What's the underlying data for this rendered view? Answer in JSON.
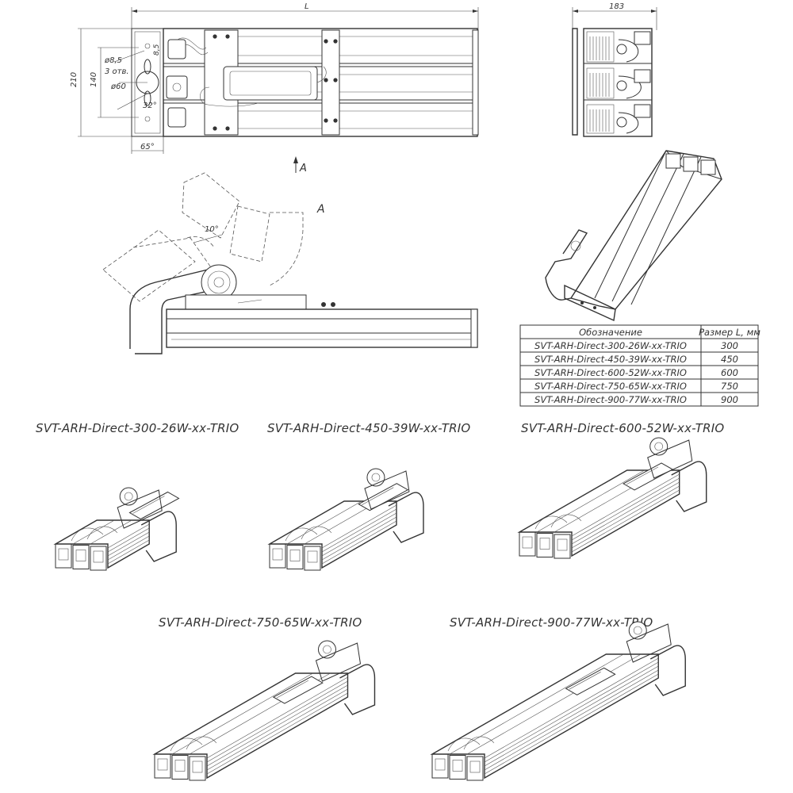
{
  "dimensions": {
    "length": "L",
    "width_side": "183",
    "height_total": "210",
    "height_inner": "140",
    "hole_dia": "ø8,5",
    "hole_count": "3 отв.",
    "circle_dia": "ø60",
    "offset_top": "8,5",
    "angle_32": "32°",
    "offset_65": "65°",
    "angle_10": "10°"
  },
  "view_arrow_label": "A",
  "view_label": "A",
  "table": {
    "headers": [
      "Обозначение",
      "Размер L, мм"
    ],
    "rows": [
      [
        "SVT-ARH-Direct-300-26W-xx-TRIO",
        "300"
      ],
      [
        "SVT-ARH-Direct-450-39W-xx-TRIO",
        "450"
      ],
      [
        "SVT-ARH-Direct-600-52W-xx-TRIO",
        "600"
      ],
      [
        "SVT-ARH-Direct-750-65W-xx-TRIO",
        "750"
      ],
      [
        "SVT-ARH-Direct-900-77W-xx-TRIO",
        "900"
      ]
    ]
  },
  "iso_views": [
    {
      "title": "SVT-ARH-Direct-300-26W-xx-TRIO",
      "len": 300
    },
    {
      "title": "SVT-ARH-Direct-450-39W-xx-TRIO",
      "len": 450
    },
    {
      "title": "SVT-ARH-Direct-600-52W-xx-TRIO",
      "len": 600
    },
    {
      "title": "SVT-ARH-Direct-750-65W-xx-TRIO",
      "len": 750
    },
    {
      "title": "SVT-ARH-Direct-900-77W-xx-TRIO",
      "len": 900
    }
  ]
}
